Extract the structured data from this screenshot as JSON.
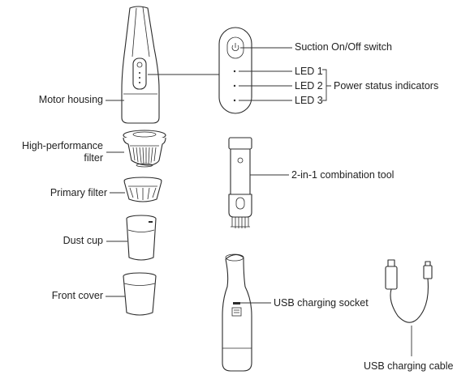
{
  "labels": {
    "motor_housing": "Motor housing",
    "hp_filter_line1": "High-performance",
    "hp_filter_line2": "filter",
    "primary_filter": "Primary filter",
    "dust_cup": "Dust cup",
    "front_cover": "Front cover",
    "suction_switch": "Suction On/Off switch",
    "led1": "LED 1",
    "led2": "LED 2",
    "led3": "LED 3",
    "power_status": "Power status indicators",
    "combination_tool": "2-in-1 combination tool",
    "usb_socket": "USB charging socket",
    "usb_cable": "USB charging cable"
  },
  "icons": {
    "power": "power-icon"
  }
}
